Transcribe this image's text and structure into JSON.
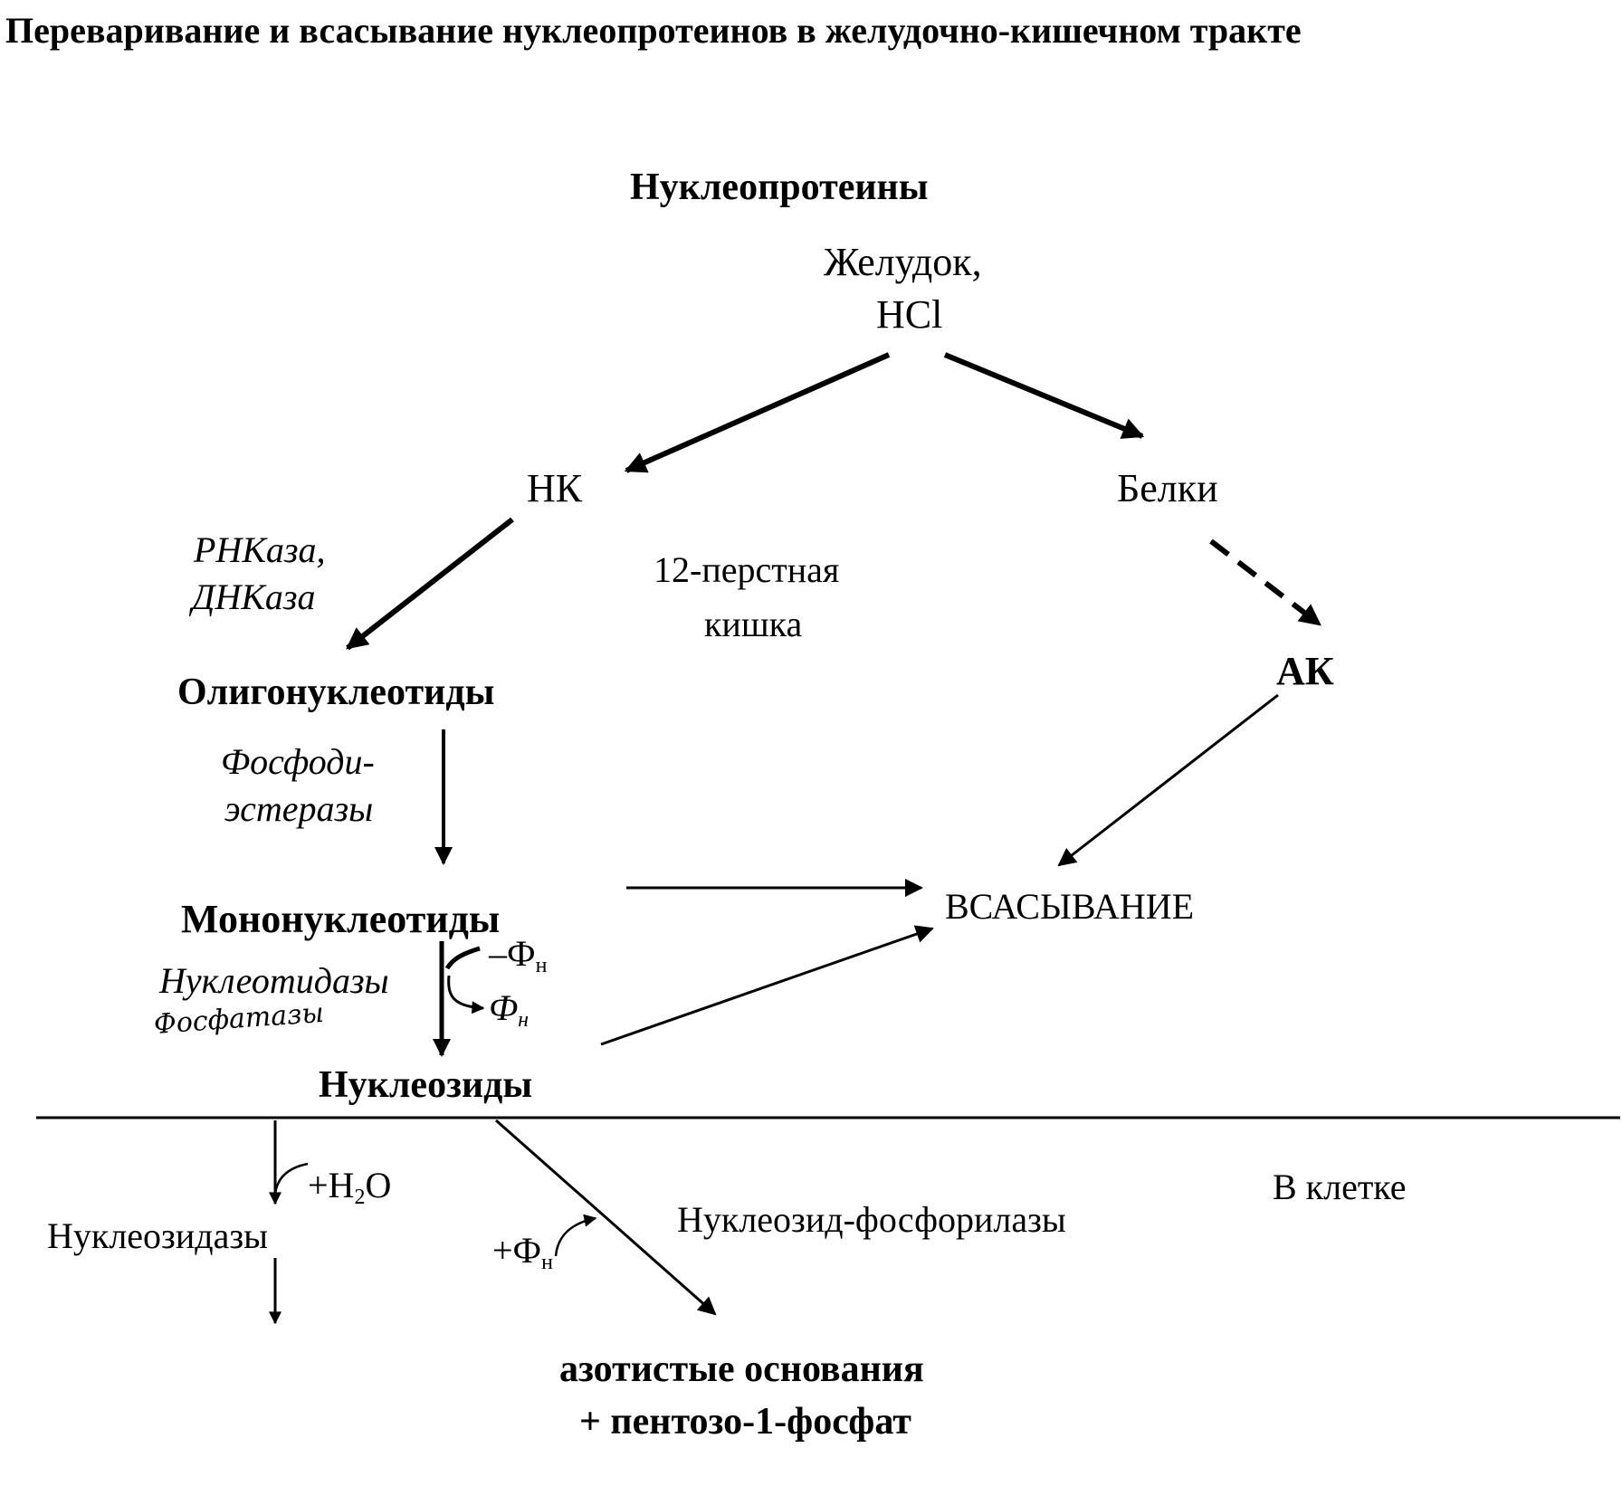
{
  "title": "Переваривание и всасывание нуклеопротеинов в желудочно-кишечном тракте",
  "nodes": {
    "nucleoproteins": "Нуклеопротеины",
    "stomach_line1": "Желудок,",
    "stomach_line2": "HCl",
    "nk": "НК",
    "proteins": "Белки",
    "enzymes_rnase": "РНКаза,",
    "enzymes_dnase": "ДНКаза",
    "duodenum_line1": "12-перстная",
    "duodenum_line2": "кишка",
    "oligonucleotides": "Олигонуклеотиды",
    "ak": "АК",
    "phosphodiesterase_line1": "Фосфоди-",
    "phosphodiesterase_line2": "эстеразы",
    "mononucleotides": "Мононуклеотиды",
    "absorption": "ВСАСЫВАНИЕ",
    "minus_phosphate": "–Ф",
    "minus_phosphate_sub": "н",
    "nucleotidases": "Нуклеотидазы",
    "phosphatases_handwritten": "Фосфатазы",
    "phosphate_handwritten": "Ф",
    "phosphate_handwritten_sub": "н",
    "nucleosides": "Нуклеозиды",
    "plus_water": "+H",
    "plus_water_sub": "2",
    "plus_water_tail": "O",
    "in_cell": "В клетке",
    "nucleosidases": "Нуклеозидазы",
    "nucleoside_phosphorylases": "Нуклеозид-фосфорилазы",
    "plus_phosphate": "+Ф",
    "plus_phosphate_sub": "н",
    "products_line1": "азотистые основания",
    "products_line2": "+ пентозо-1-фосфат"
  }
}
